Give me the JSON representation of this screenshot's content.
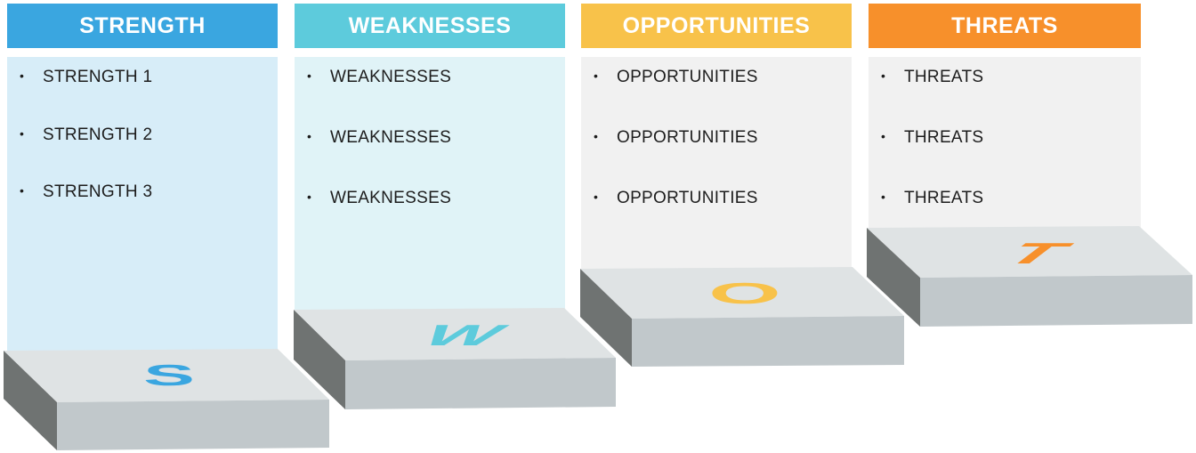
{
  "columns": [
    {
      "id": "s",
      "header": "STRENGTH",
      "header_color": "#3aa6e0",
      "panel_color": "#d7edf8",
      "items": [
        "STRENGTH 1",
        "STRENGTH 2",
        "STRENGTH 3"
      ],
      "letter": "S",
      "letter_color": "#3aa6e0"
    },
    {
      "id": "w",
      "header": "WEAKNESSES",
      "header_color": "#5dcbdc",
      "panel_color": "#e0f3f7",
      "items": [
        "WEAKNESSES",
        "WEAKNESSES",
        "WEAKNESSES"
      ],
      "letter": "W",
      "letter_color": "#5dcbdc"
    },
    {
      "id": "o",
      "header": "OPPORTUNITIES",
      "header_color": "#f8c24a",
      "panel_color": "#f1f1f1",
      "items": [
        "OPPORTUNITIES",
        "OPPORTUNITIES",
        "OPPORTUNITIES"
      ],
      "letter": "O",
      "letter_color": "#f8c24a"
    },
    {
      "id": "t",
      "header": "THREATS",
      "header_color": "#f7902b",
      "panel_color": "#f1f1f1",
      "items": [
        "THREATS",
        "THREATS",
        "THREATS"
      ],
      "letter": "T",
      "letter_color": "#f7902b"
    }
  ]
}
